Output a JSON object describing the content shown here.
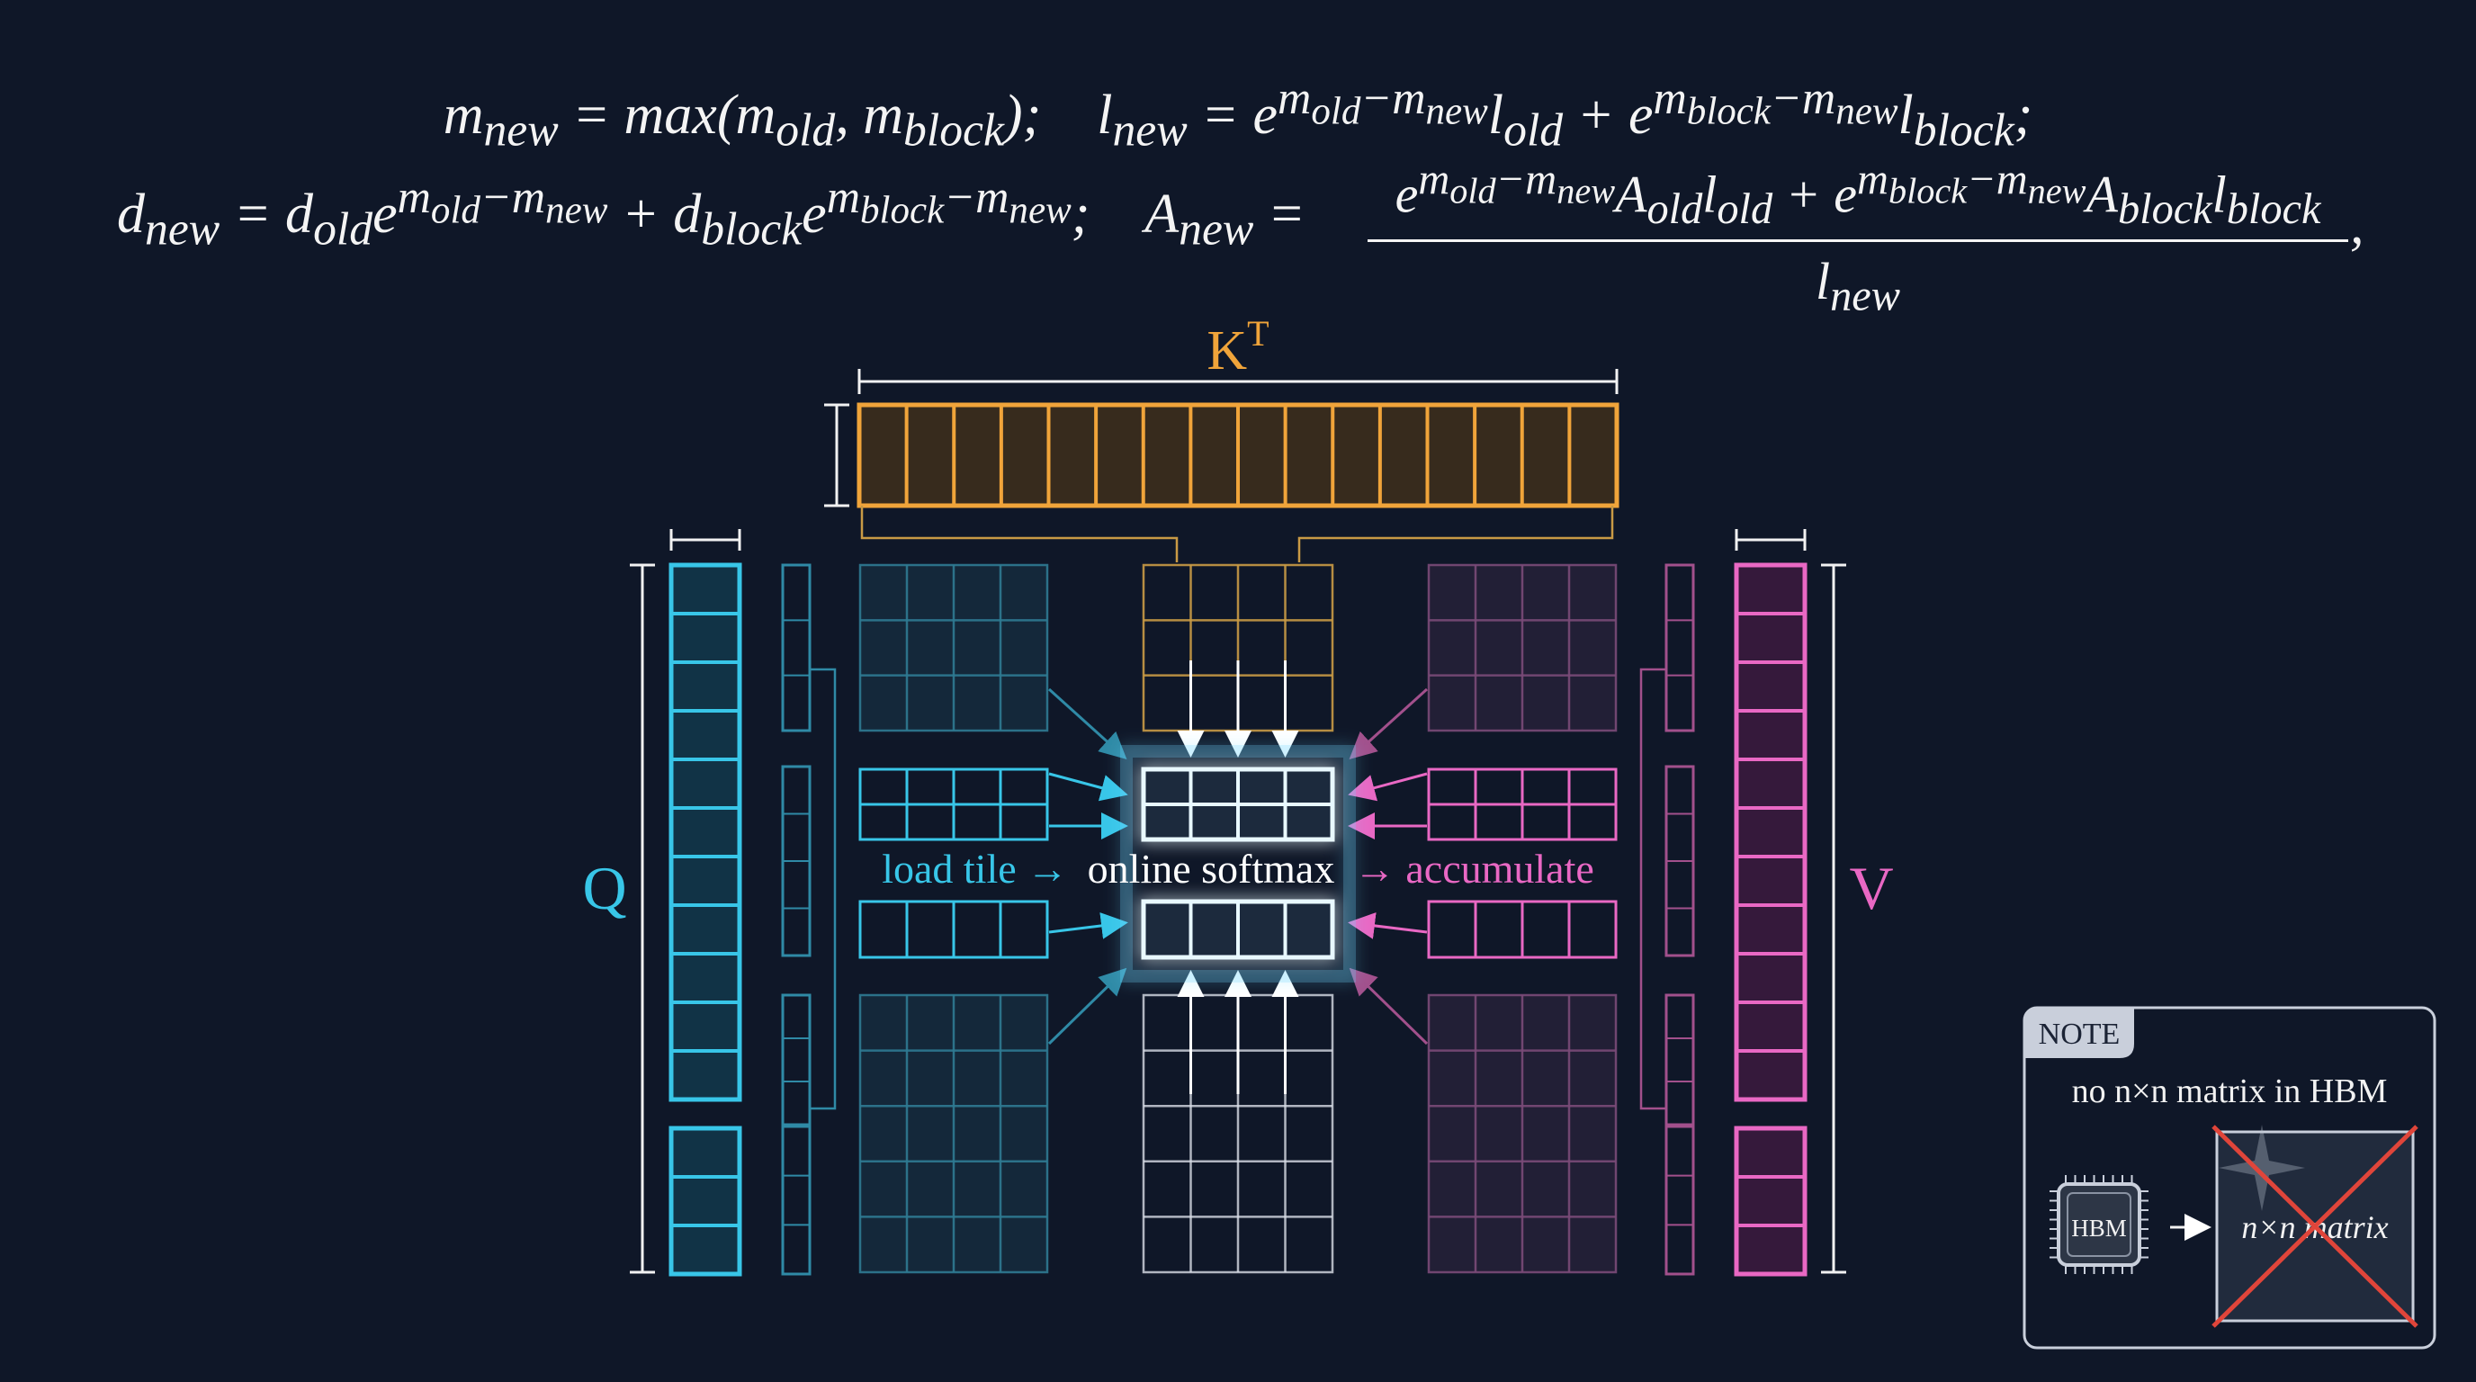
{
  "equations": {
    "line1": "m_new = max(m_old, m_block);    l_new = e^(m_old − m_new) l_old + e^(m_block − m_new) l_block;",
    "line2_left": "d_new = d_old e^(m_old − m_new) + d_block e^(m_block − m_new);    A_new =",
    "frac_numerator": "e^(m_old − m_new) A_old l_old + e^(m_block − m_new) A_block l_block",
    "frac_denominator": "l_new",
    "frac_trailing": ","
  },
  "labels": {
    "kt": "K",
    "kt_sup": "T",
    "q": "Q",
    "v": "V"
  },
  "flow": {
    "load": "load tile →",
    "softmax": "online softmax",
    "accumulate": "→ accumulate"
  },
  "note": {
    "tag": "NOTE",
    "text": "no n×n matrix in HBM",
    "chip": "HBM",
    "arrow": "→",
    "matrix": "n×n matrix"
  },
  "colors": {
    "background": "#0f1728",
    "k": "#f0a43a",
    "q": "#38c6e8",
    "v": "#e968c4",
    "white": "#ffffff",
    "cross": "#e0453a"
  }
}
